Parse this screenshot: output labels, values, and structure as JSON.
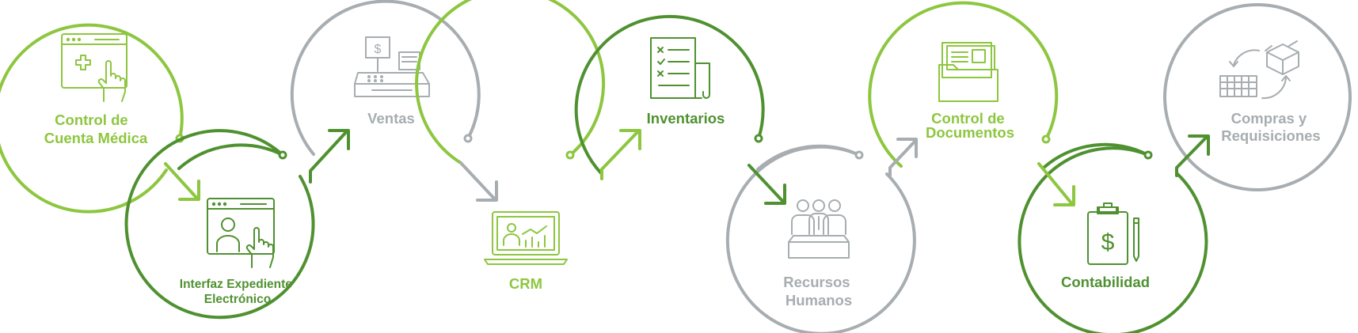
{
  "colors": {
    "light_green": "#8dc63f",
    "dark_green": "#4f9130",
    "gray": "#a7adb0"
  },
  "modules": [
    {
      "id": "control-cuenta-medica",
      "lines": [
        "Control de",
        "Cuenta Médica"
      ],
      "color": "light_green",
      "icon": "medical-browser-hand-icon"
    },
    {
      "id": "interfaz-expediente",
      "lines": [
        "Interfaz Expediente",
        "Electrónico"
      ],
      "color": "dark_green",
      "icon": "user-browser-hand-icon"
    },
    {
      "id": "ventas",
      "lines": [
        "Ventas"
      ],
      "color": "gray",
      "icon": "cash-register-icon"
    },
    {
      "id": "crm",
      "lines": [
        "CRM"
      ],
      "color": "light_green",
      "icon": "laptop-presentation-icon"
    },
    {
      "id": "inventarios",
      "lines": [
        "Inventarios"
      ],
      "color": "dark_green",
      "icon": "checklist-document-icon"
    },
    {
      "id": "recursos-humanos",
      "lines": [
        "Recursos",
        "Humanos"
      ],
      "color": "gray",
      "icon": "team-meeting-icon"
    },
    {
      "id": "control-documentos",
      "lines": [
        "Control de",
        "Documentos"
      ],
      "color": "light_green",
      "icon": "folder-documents-icon"
    },
    {
      "id": "contabilidad",
      "lines": [
        "Contabilidad"
      ],
      "color": "dark_green",
      "icon": "clipboard-dollar-icon"
    },
    {
      "id": "compras-requisiciones",
      "lines": [
        "Compras y",
        "Requisiciones"
      ],
      "color": "gray",
      "icon": "box-exchange-icon"
    }
  ]
}
